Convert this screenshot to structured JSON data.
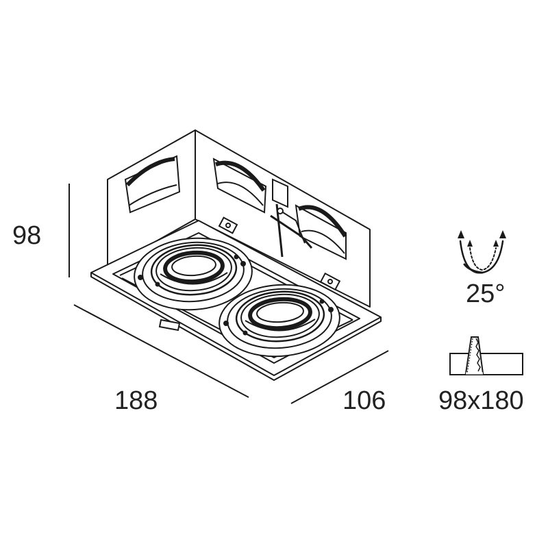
{
  "dimensions": {
    "height": "98",
    "length": "188",
    "width": "106"
  },
  "tilt": {
    "angle": "25°",
    "icon": "tilt-arc-icon"
  },
  "cutout": {
    "size": "98x180",
    "icon": "ceiling-cutout-icon"
  },
  "colors": {
    "line": "#1a1a1a",
    "text": "#222222",
    "background": "#ffffff"
  }
}
